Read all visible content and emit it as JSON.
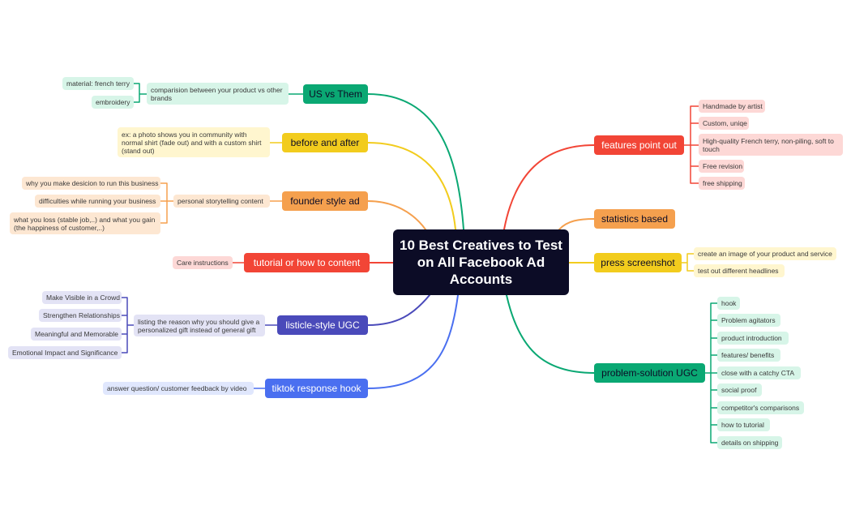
{
  "center": {
    "title": "10 Best Creatives to Test on All Facebook Ad Accounts"
  },
  "colors": {
    "green": "#0aa873",
    "yellow": "#f2cc1d",
    "orange": "#f5a04e",
    "red": "#f24536",
    "indigo": "#4a4aba",
    "blue": "#4a6ff0",
    "center": "#0c0c26"
  },
  "left": {
    "us_vs_them": {
      "label": "US vs Them",
      "detail": "comparision between your product vs other brands",
      "items": [
        "material: french terry",
        "embroidery"
      ]
    },
    "before_after": {
      "label": "before and after",
      "detail": "ex: a photo shows you in community with normal shirt (fade out) and with a custom shirt (stand out)"
    },
    "founder": {
      "label": "founder style ad",
      "detail": "personal storytelling content",
      "items": [
        "why you make desicion to run this business",
        "difficulties while running your business",
        "what you loss (stable job,..) and what you gain (the happiness of customer,..)"
      ]
    },
    "tutorial": {
      "label": "tutorial or how to content",
      "detail": "Care instructions"
    },
    "listicle": {
      "label": "listicle-style UGC",
      "detail": "listing the reason why you should give a personalized gift instead of general gift",
      "items": [
        "Make Visible in a Crowd",
        "Strengthen Relationships",
        "Meaningful and Memorable",
        "Emotional Impact and Significance"
      ]
    },
    "tiktok": {
      "label": "tiktok response hook",
      "detail": "answer question/ customer feedback by video"
    }
  },
  "right": {
    "features": {
      "label": "features point out",
      "items": [
        "Handmade by artist",
        "Custom, uniqe",
        "High-quality French terry, non-piling, soft to touch",
        "Free revision",
        "free shipping"
      ]
    },
    "statistics": {
      "label": "statistics based"
    },
    "press": {
      "label": "press screenshot",
      "items": [
        "create an image of your product and service",
        "test out different headlines"
      ]
    },
    "problem": {
      "label": "problem-solution UGC",
      "items": [
        "hook",
        "Problem agitators",
        "product introduction",
        "features/ benefits",
        "close with a catchy CTA",
        "social proof",
        "competitor's comparisons",
        "how to tutorial",
        "details on shipping"
      ]
    }
  }
}
